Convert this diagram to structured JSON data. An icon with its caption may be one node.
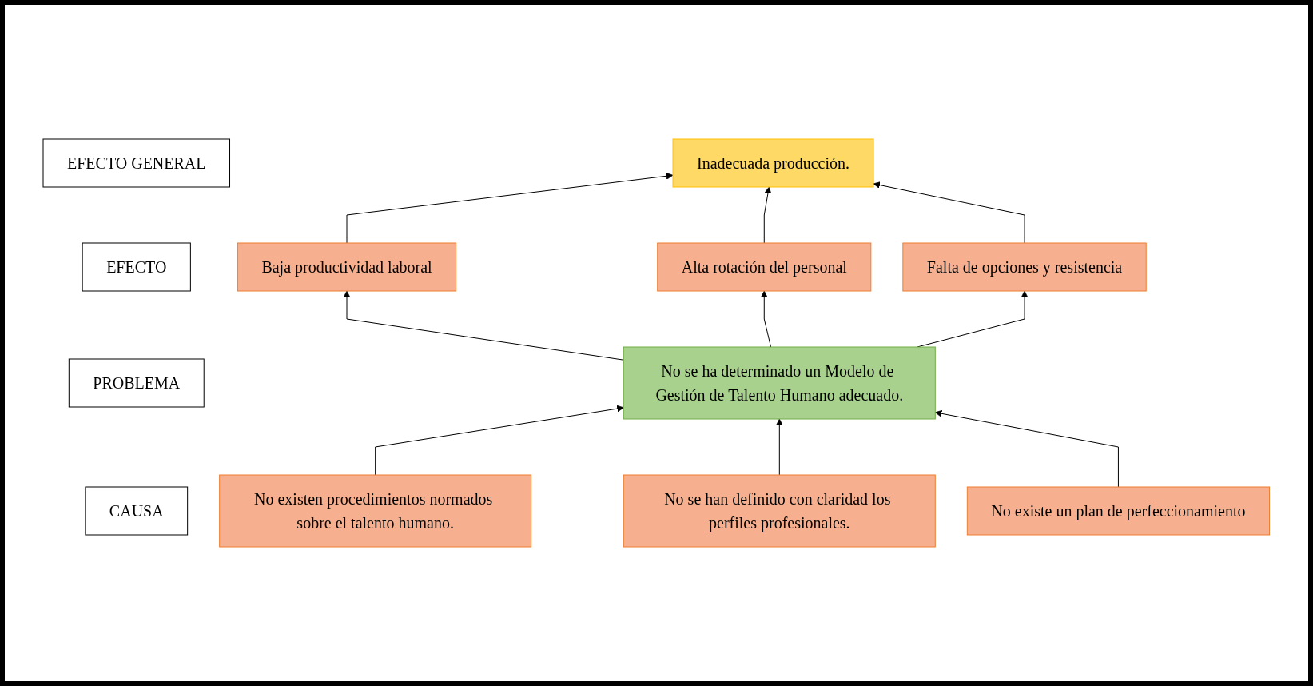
{
  "diagram": {
    "nodes": [
      {
        "text": [
          "EFECTO GENERAL"
        ]
      },
      {
        "text": [
          "Inadecuada producción."
        ]
      },
      {
        "text": [
          "EFECTO"
        ]
      },
      {
        "text": [
          "Baja productividad laboral"
        ]
      },
      {
        "text": [
          "Alta rotación del personal"
        ]
      },
      {
        "text": [
          "Falta de opciones y resistencia"
        ]
      },
      {
        "text": [
          "PROBLEMA"
        ]
      },
      {
        "text": [
          "No se ha determinado un Modelo de Gestión de Talento Humano adecuado."
        ]
      },
      {
        "text": [
          "CAUSA"
        ]
      },
      {
        "text": [
          "No existen procedimientos normados sobre el talento humano."
        ]
      },
      {
        "text": [
          "No se han definido con claridad los perfiles profesionales."
        ]
      },
      {
        "text": [
          "No existe un plan de perfeccionamiento"
        ]
      }
    ],
    "edges": [
      {
        "from": 3,
        "to": 1,
        "arrow": "to"
      },
      {
        "from": 4,
        "to": 1,
        "arrow": "to"
      },
      {
        "from": 5,
        "to": 1,
        "arrow": "to"
      },
      {
        "from": 7,
        "to": 3,
        "arrow": "to"
      },
      {
        "from": 7,
        "to": 4,
        "arrow": "to"
      },
      {
        "from": 7,
        "to": 5,
        "arrow": "to"
      },
      {
        "from": 9,
        "to": 7,
        "arrow": "to"
      },
      {
        "from": 10,
        "to": 7,
        "arrow": "to"
      },
      {
        "from": 11,
        "to": 7,
        "arrow": "to"
      }
    ]
  }
}
